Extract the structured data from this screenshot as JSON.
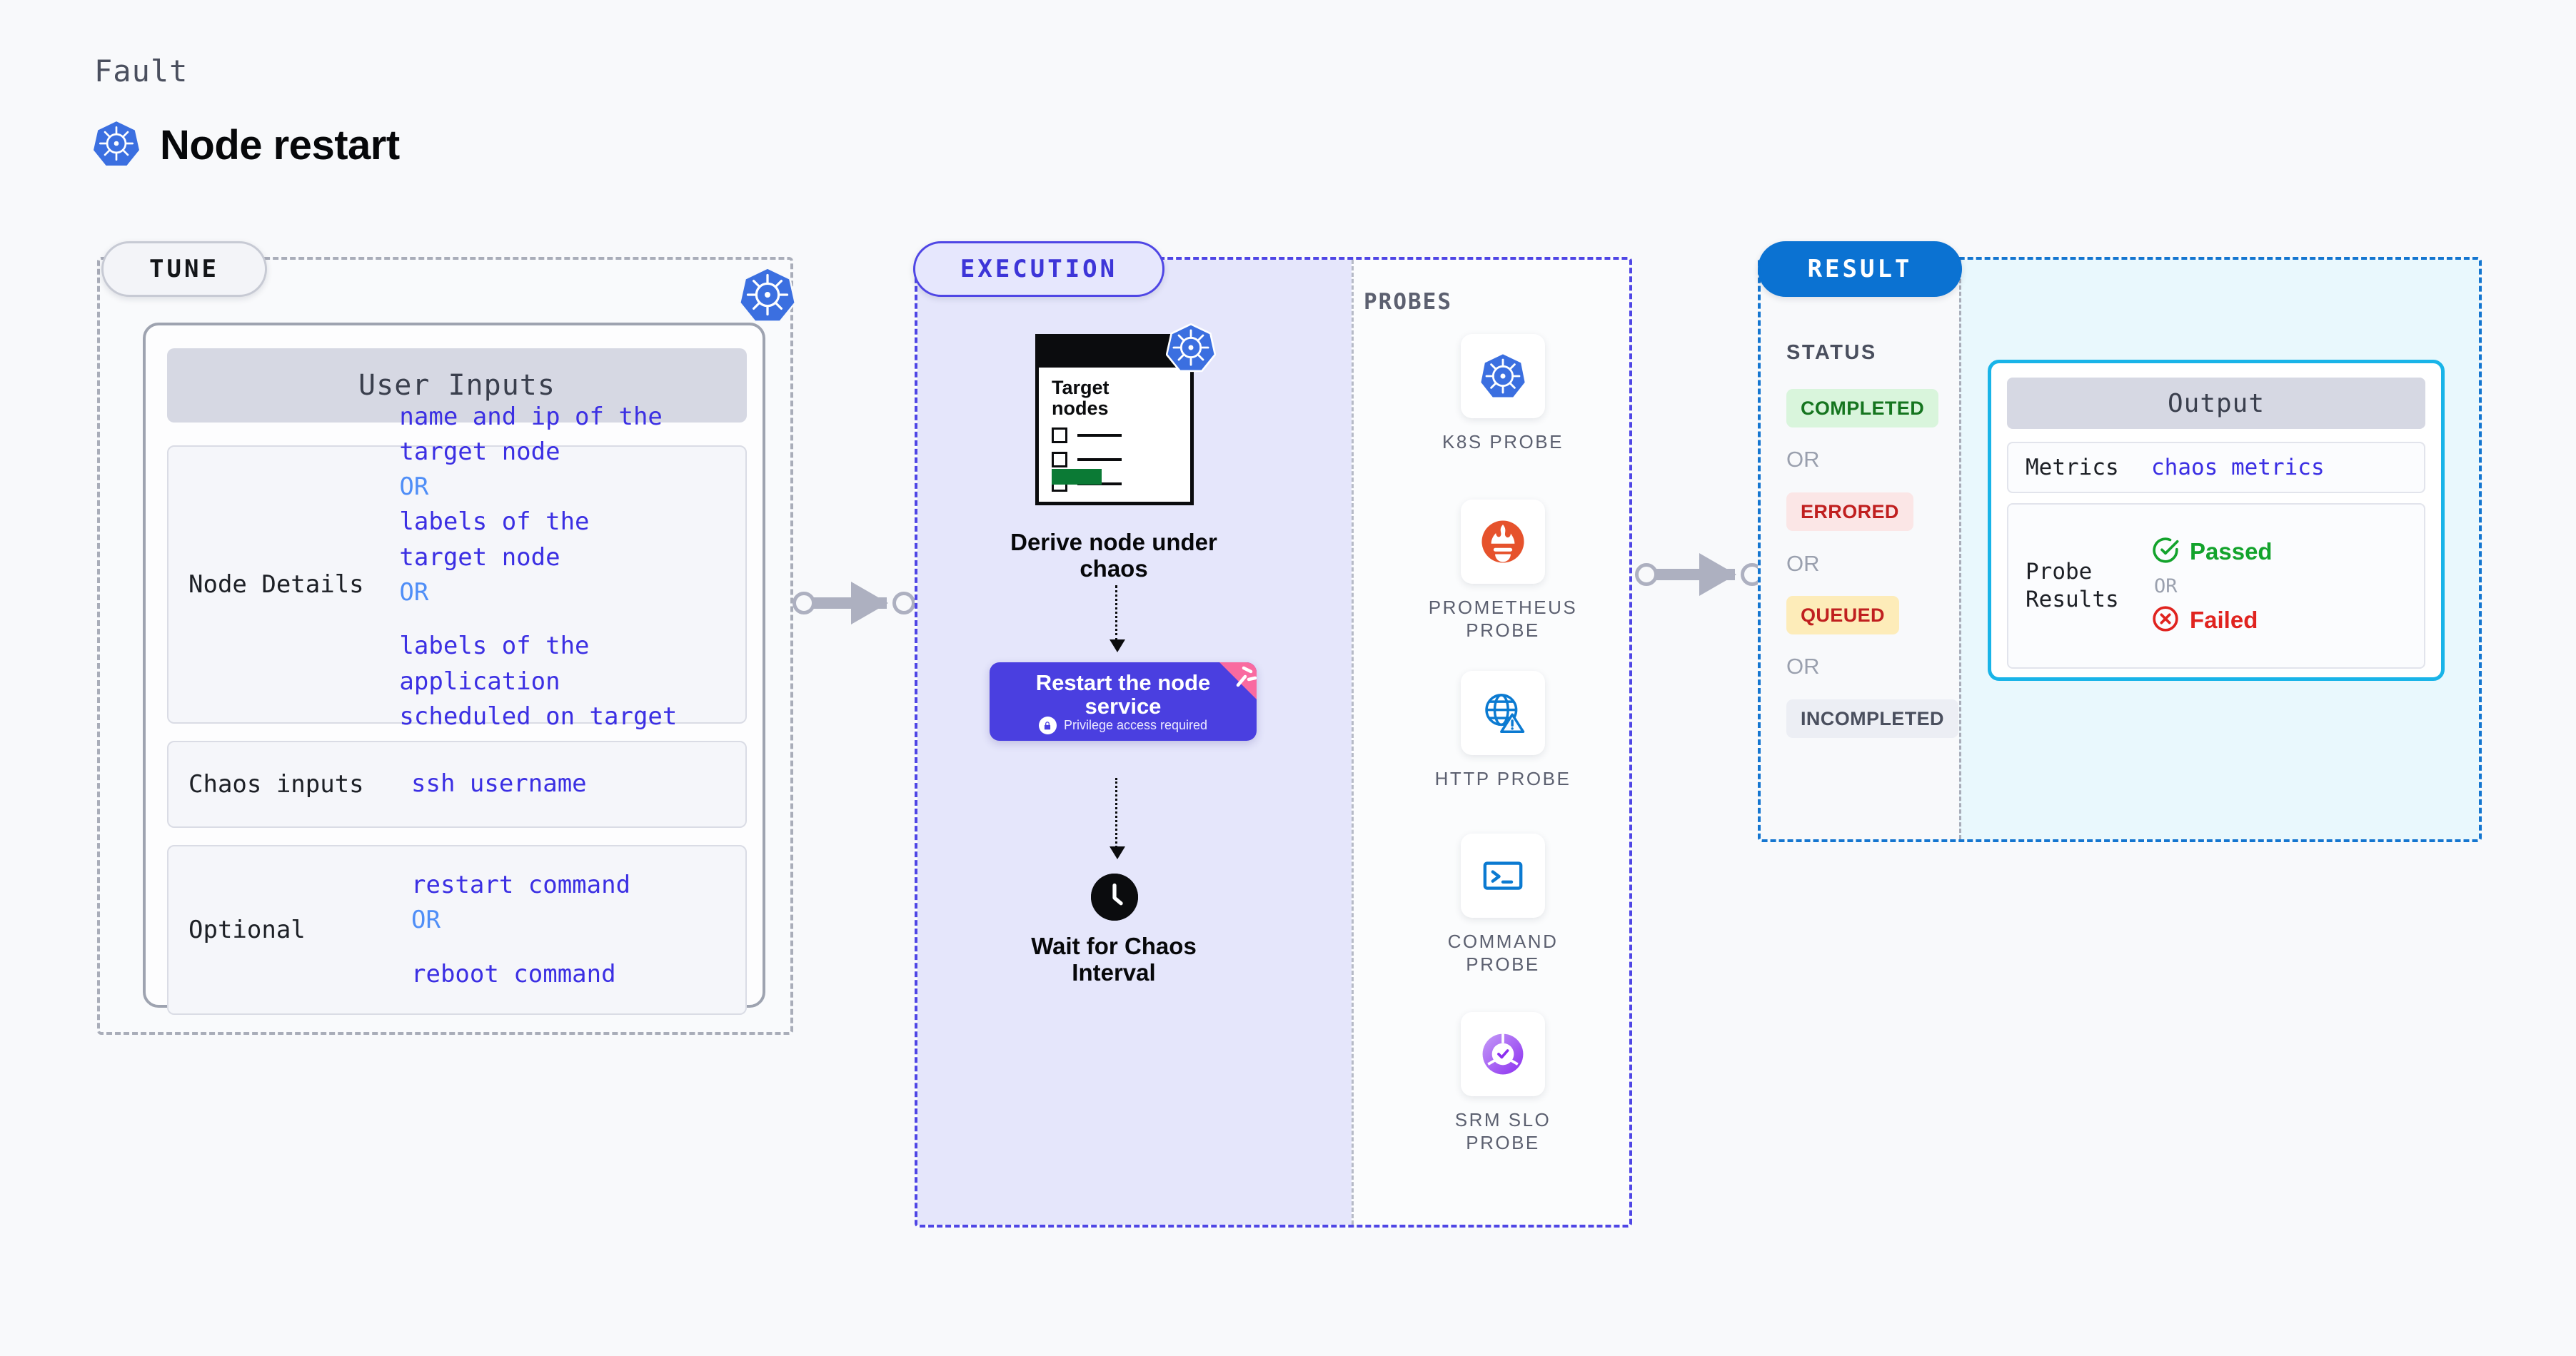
{
  "header": {
    "fault_label": "Fault",
    "title": "Node restart",
    "icon": "kubernetes-icon"
  },
  "panels": {
    "tune": {
      "pill_label": "TUNE",
      "badge_icon": "kubernetes-icon"
    },
    "execution": {
      "pill_label": "EXECUTION"
    },
    "result": {
      "pill_label": "RESULT"
    }
  },
  "tune": {
    "card_title": "User Inputs",
    "rows": [
      {
        "label": "Node Details",
        "values": [
          {
            "text": "name and ip of the",
            "type": "value"
          },
          {
            "text": "target node",
            "type": "value"
          },
          {
            "text": "OR",
            "type": "or"
          },
          {
            "text": "labels of the",
            "type": "value"
          },
          {
            "text": "target node",
            "type": "value"
          },
          {
            "text": "OR",
            "type": "or"
          },
          {
            "text": "",
            "type": "spacer"
          },
          {
            "text": "labels of the application",
            "type": "value"
          },
          {
            "text": " scheduled on target node",
            "type": "value"
          }
        ]
      },
      {
        "label": "Chaos inputs",
        "values": [
          {
            "text": "ssh username",
            "type": "value"
          }
        ]
      },
      {
        "label": "Optional",
        "values": [
          {
            "text": "restart command",
            "type": "value"
          },
          {
            "text": "OR",
            "type": "or"
          },
          {
            "text": "",
            "type": "spacer"
          },
          {
            "text": "reboot command",
            "type": "value"
          }
        ]
      }
    ]
  },
  "execution": {
    "target_card": {
      "title_line1": "Target",
      "title_line2": "nodes",
      "badge_icon": "kubernetes-icon",
      "checkbox_rows": 3,
      "highlight_color": "#0b7a35"
    },
    "step_derive_caption": "Derive node under chaos",
    "restart_step": {
      "title_line1": "Restart the node",
      "title_line2": "service",
      "subtitle": "Privilege access required",
      "lock_icon": "lock-icon",
      "corner_icon": "fault-corner-icon",
      "bg_color": "#4a3fe0"
    },
    "wait_step": {
      "icon": "clock-icon",
      "caption_line1": "Wait for Chaos",
      "caption_line2": "Interval"
    }
  },
  "probes": {
    "section_label": "PROBES",
    "items": [
      {
        "name_line1": "K8S PROBE",
        "name_line2": "",
        "icon": "kubernetes-icon"
      },
      {
        "name_line1": "PROMETHEUS",
        "name_line2": "PROBE",
        "icon": "prometheus-icon"
      },
      {
        "name_line1": "HTTP PROBE",
        "name_line2": "",
        "icon": "http-globe-warning-icon"
      },
      {
        "name_line1": "COMMAND",
        "name_line2": "PROBE",
        "icon": "terminal-icon"
      },
      {
        "name_line1": "SRM SLO",
        "name_line2": "PROBE",
        "icon": "srm-slo-donut-icon"
      }
    ]
  },
  "result": {
    "status_label": "STATUS",
    "statuses": [
      {
        "label": "COMPLETED",
        "bg": "#d9f5dc",
        "fg": "#15751f"
      },
      {
        "label": "ERRORED",
        "bg": "#fbe6e6",
        "fg": "#c01f1f"
      },
      {
        "label": "QUEUED",
        "bg": "#fdecb9",
        "fg": "#c01f1f"
      },
      {
        "label": "INCOMPLETED",
        "bg": "#eceef4",
        "fg": "#4a4f5e"
      }
    ],
    "or_label": "OR",
    "output": {
      "card_title": "Output",
      "metrics_label": "Metrics",
      "metrics_value": "chaos metrics",
      "probe_label_line1": "Probe",
      "probe_label_line2": "Results",
      "passed_label": "Passed",
      "failed_label": "Failed",
      "or_label": "OR",
      "passed_icon": "check-circle-icon",
      "failed_icon": "x-circle-icon",
      "border_color": "#19b4e8"
    }
  },
  "connectors": [
    {
      "name": "tune-to-execution"
    },
    {
      "name": "execution-to-result"
    }
  ]
}
